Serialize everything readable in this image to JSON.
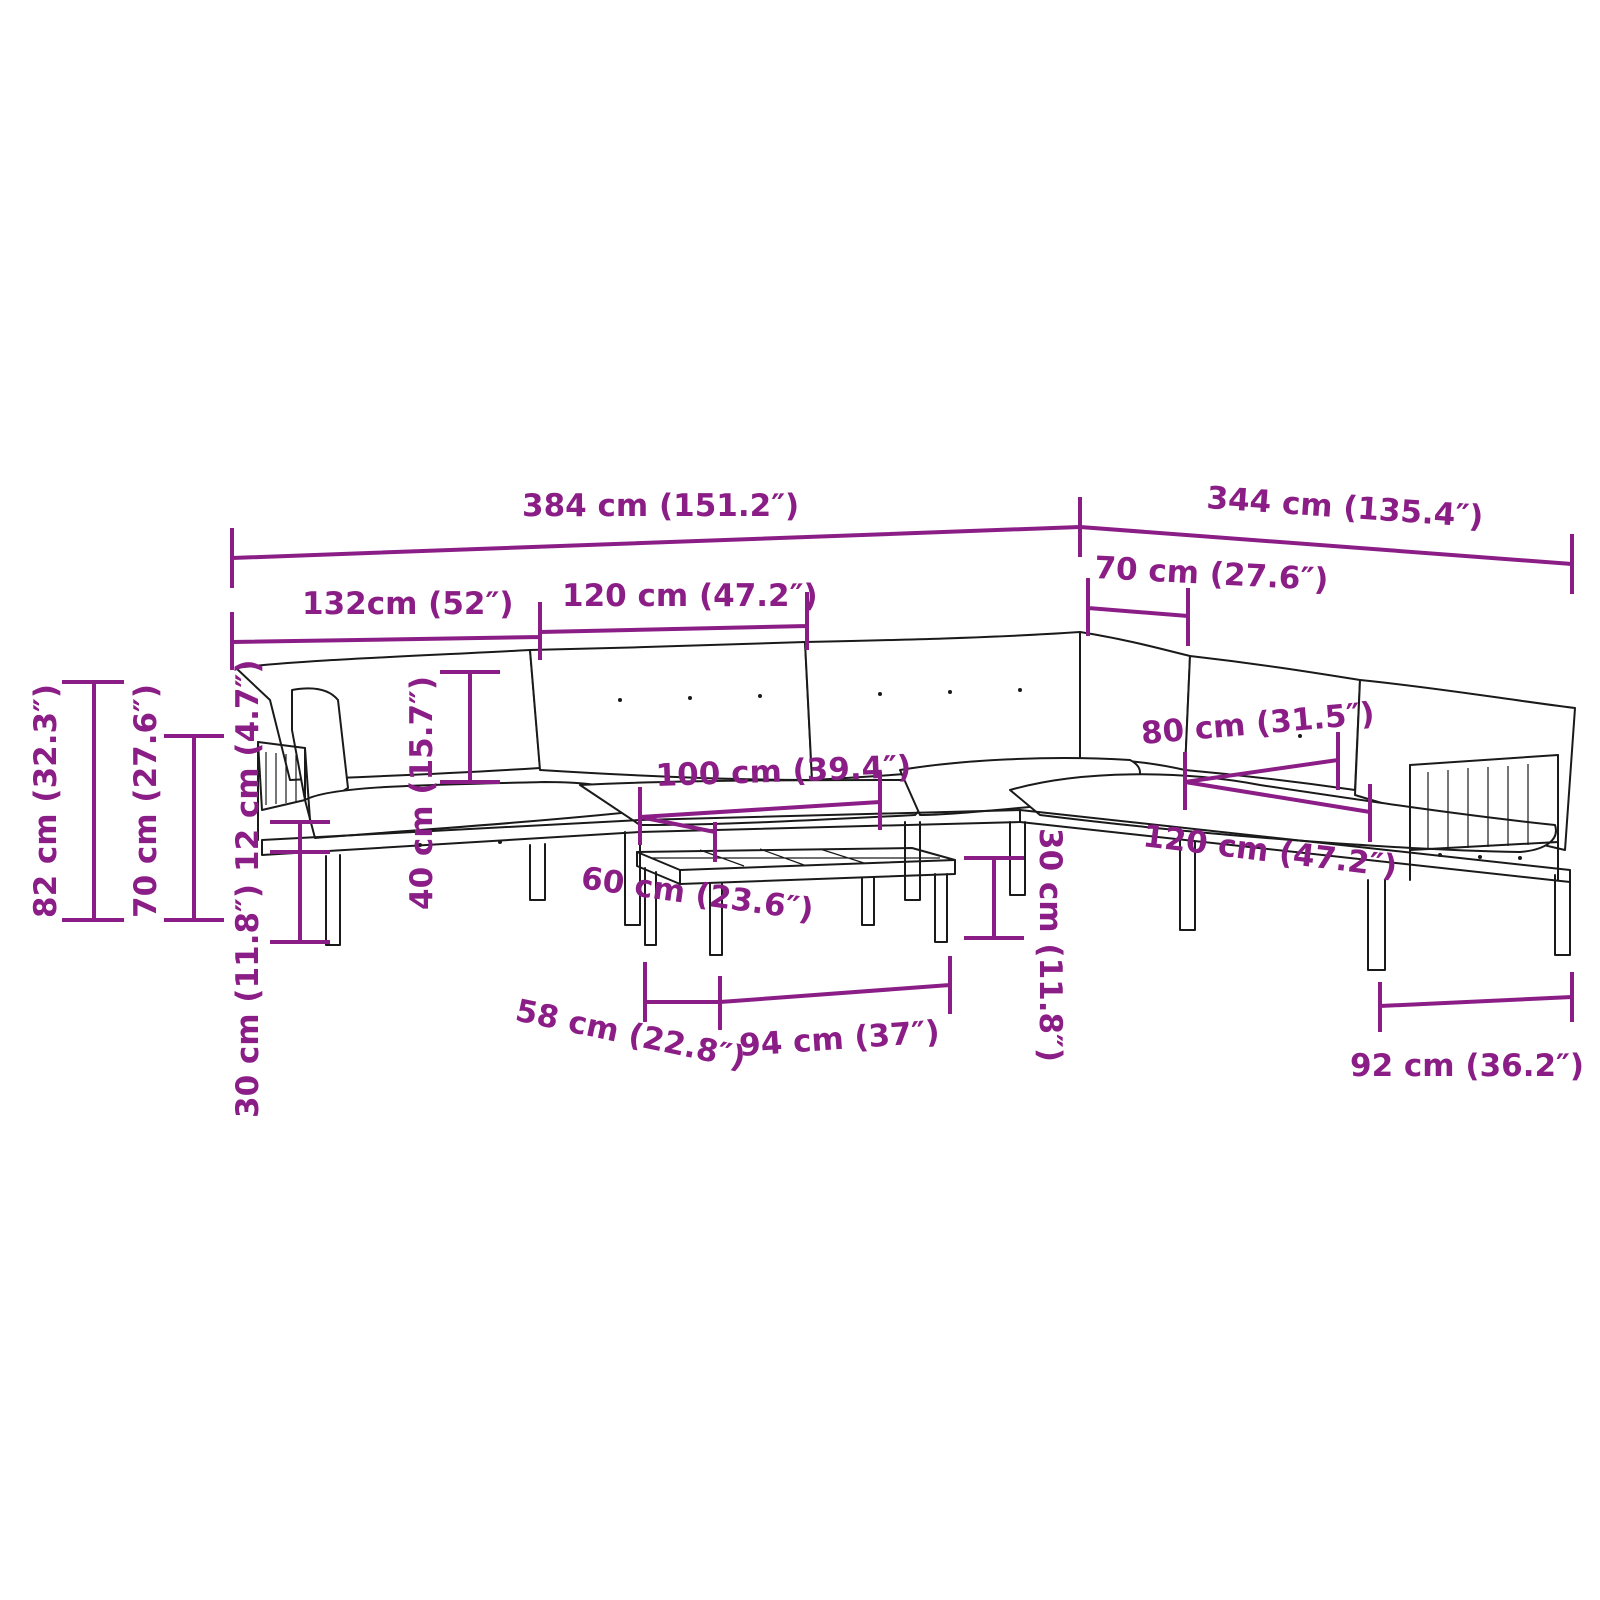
{
  "colors": {
    "dimension": "#8b1d86",
    "drawing": "#1a1a1a",
    "background": "#ffffff"
  },
  "dimensions": {
    "total_width_left": "384 cm (151.2″)",
    "total_width_right": "344 cm (135.4″)",
    "module_corner_width": "132cm (52″)",
    "module_middle_width": "120 cm (47.2″)",
    "corner_depth": "70 cm (27.6″)",
    "total_height": "82 cm (32.3″)",
    "armrest_height": "70 cm (27.6″)",
    "seat_thickness": "12 cm (4.7″)",
    "backrest_height": "40 cm (15.7″)",
    "seat_height": "30 cm (11.8″)",
    "table_length": "100 cm (39.4″)",
    "table_width": "60 cm (23.6″)",
    "table_height": "30 cm (11.8″)",
    "seat_depth": "80 cm (31.5″)",
    "right_module_width": "120 cm (47.2″)",
    "inner_width_a": "58 cm (22.8″)",
    "inner_width_b": "94 cm (37″)",
    "end_module_depth": "92 cm (36.2″)"
  }
}
